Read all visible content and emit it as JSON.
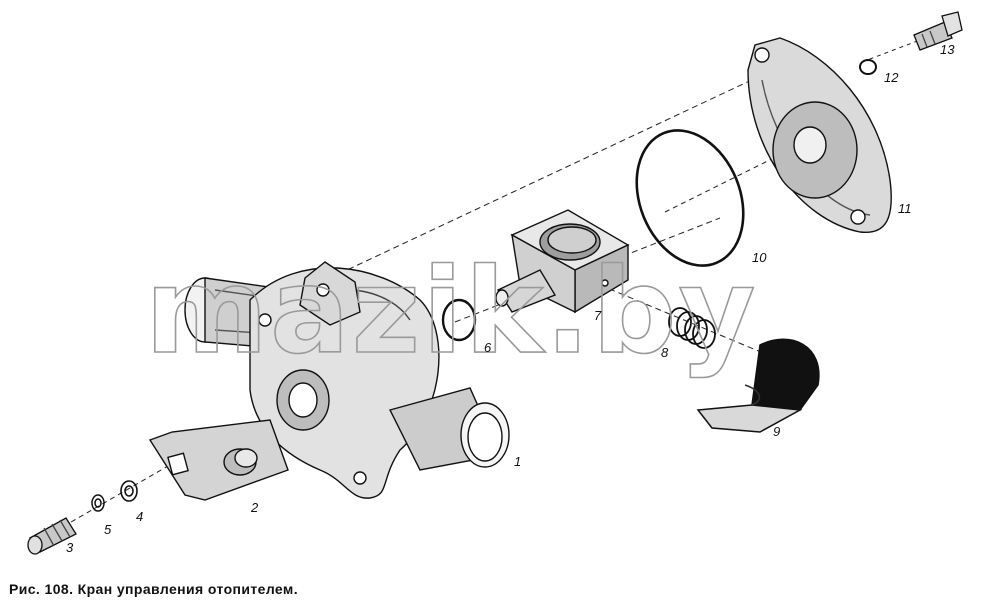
{
  "watermark": "mazik.by",
  "caption": "Рис. 108. Кран управления отопителем.",
  "part_labels": {
    "p1": "1",
    "p2": "2",
    "p3": "3",
    "p4": "4",
    "p5": "5",
    "p6": "6",
    "p7": "7",
    "p8": "8",
    "p9": "9",
    "p10": "10",
    "p11": "11",
    "p12": "12",
    "p13": "13"
  },
  "colors": {
    "ink": "#111111",
    "watermark": "#9a9a9a",
    "background": "#ffffff"
  }
}
